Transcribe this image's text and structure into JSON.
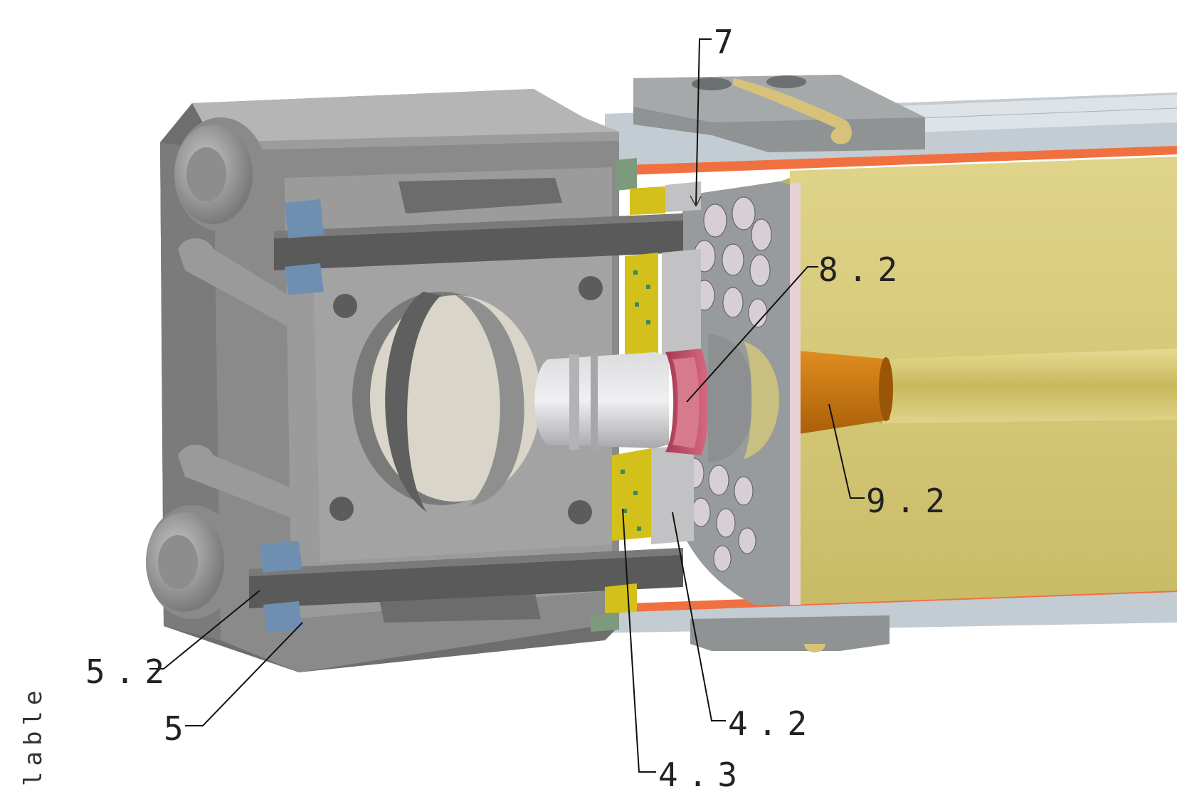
{
  "callouts": [
    {
      "id": "7",
      "text": "7"
    },
    {
      "id": "8.2",
      "text": "8.2"
    },
    {
      "id": "9.2",
      "text": "9.2"
    },
    {
      "id": "5.2",
      "text": "5.2"
    },
    {
      "id": "5",
      "text": "5"
    },
    {
      "id": "4.2",
      "text": "4.2"
    },
    {
      "id": "4.3",
      "text": "4.3"
    }
  ],
  "side_text": "lable",
  "colors": {
    "housing": "#8e8e8e",
    "housing_dark": "#6a6a6a",
    "housing_light": "#b4b4b4",
    "gold": "#d4c878",
    "gold_dark": "#b8ab55",
    "orange_shaft": "#c87a10",
    "red_ring": "#c8506a",
    "blue_seal": "#6f8fb0",
    "yellow_seal": "#d4c01a",
    "orange_stripe": "#f07040",
    "steel_light": "#c9c9cc",
    "green_seal": "#7c9a7c"
  }
}
